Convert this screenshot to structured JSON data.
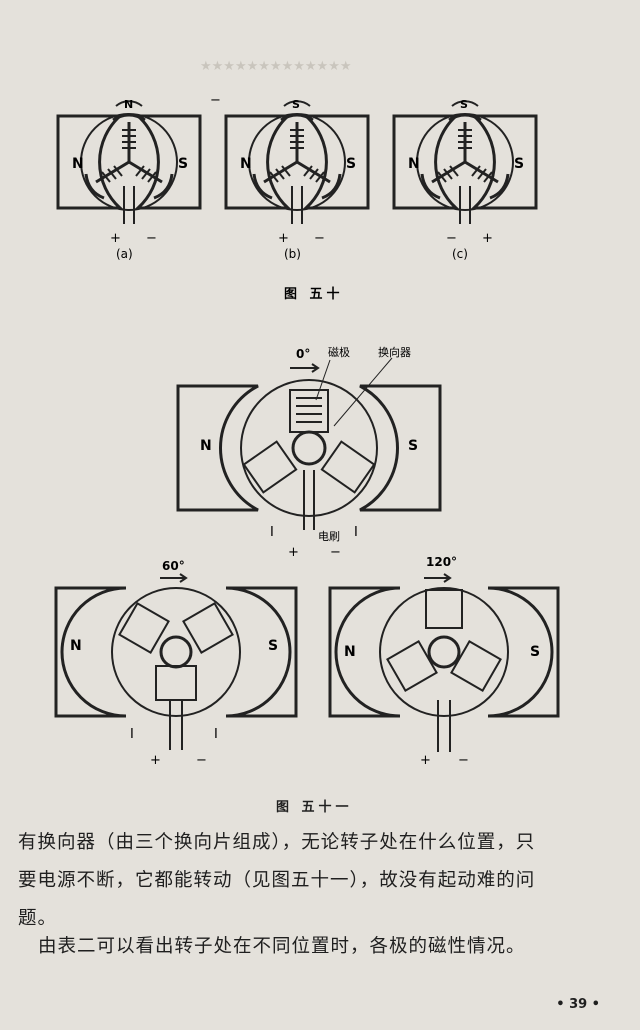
{
  "fig50": {
    "caption": "图 五十",
    "panels": [
      {
        "label": "(a)",
        "top_pole": "N",
        "left": "N",
        "right": "S",
        "plus": "+",
        "minus": "−"
      },
      {
        "label": "(b)",
        "top_pole": "S",
        "left": "N",
        "right": "S",
        "plus": "+",
        "minus": "−"
      },
      {
        "label": "(c)",
        "top_pole": "S",
        "left": "N",
        "right": "S",
        "plus": "+",
        "minus": "−"
      }
    ],
    "side_mark": "−"
  },
  "fig51": {
    "caption": "图 五十一",
    "top": {
      "angle": "0°",
      "label_pole": "磁极",
      "label_commutator": "换向器",
      "left": "N",
      "right": "S",
      "brush": "电刷",
      "current": "I",
      "plus": "+",
      "minus": "−"
    },
    "bl": {
      "angle": "60°",
      "left": "N",
      "right": "S",
      "current": "I",
      "plus": "+",
      "minus": "−"
    },
    "br": {
      "angle": "120°",
      "left": "N",
      "right": "S",
      "plus": "+",
      "minus": "−"
    }
  },
  "text": {
    "line1": "有换向器（由三个换向片组成），无论转子处在什么位置，只",
    "line2": "要电源不断，它都能转动（见图五十一），故没有起动难的问",
    "line3": "题。",
    "line4": "由表二可以看出转子处在不同位置时，各极的磁性情况。"
  },
  "page_number": "• 39 •"
}
